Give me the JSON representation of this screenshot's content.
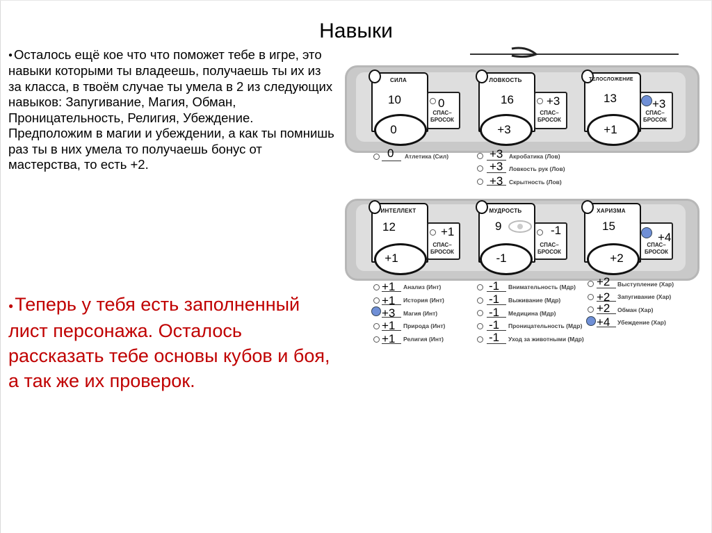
{
  "slide": {
    "title": "Навыки",
    "paragraph1": "Осталось ещё кое что что поможет тебе в игре, это навыки которыми ты владеешь, получаешь ты их из за класса, в твоём случае ты умела в 2 из следующих навыков: Запугивание, Магия, Обман, Проницательность, Религия, Убеждение. Предположим в магии и убеждении, а как ты помнишь раз ты в них умела то получаешь бонус от мастерства, то есть +2.",
    "paragraph2": "Теперь у тебя есть заполненный лист персонажа. Осталось рассказать тебе основы кубов и боя, а так же их проверок.",
    "bullet": "●"
  },
  "save_label": "СПАС–\nБРОСОК",
  "abilities": [
    {
      "name": "СИЛА",
      "score": "10",
      "mod": "0",
      "save": "0"
    },
    {
      "name": "ЛОВКОСТЬ",
      "score": "16",
      "mod": "+3",
      "save": "+3"
    },
    {
      "name": "ТЕЛОСЛОЖЕНИЕ",
      "score": "13",
      "mod": "+1",
      "save": "+3"
    },
    {
      "name": "ИНТЕЛЛЕКТ",
      "score": "12",
      "mod": "+1",
      "save": "+1"
    },
    {
      "name": "МУДРОСТЬ",
      "score": "9",
      "mod": "-1",
      "save": "-1"
    },
    {
      "name": "ХАРИЗМА",
      "score": "15",
      "mod": "+2",
      "save": "+4"
    }
  ],
  "skills": {
    "strength": [
      {
        "name": "Атлетика (Сил)",
        "value": "0"
      }
    ],
    "dexterity": [
      {
        "name": "Акробатика (Лов)",
        "value": "+3"
      },
      {
        "name": "Ловкость рук (Лов)",
        "value": "+3"
      },
      {
        "name": "Скрытность (Лов)",
        "value": "+3"
      }
    ],
    "intelligence": [
      {
        "name": "Анализ (Инт)",
        "value": "+1"
      },
      {
        "name": "История (Инт)",
        "value": "+1"
      },
      {
        "name": "Магия (Инт)",
        "value": "+3"
      },
      {
        "name": "Природа (Инт)",
        "value": "+1"
      },
      {
        "name": "Религия (Инт)",
        "value": "+1"
      }
    ],
    "wisdom": [
      {
        "name": "Внимательность (Мдр)",
        "value": "-1"
      },
      {
        "name": "Выживание (Мдр)",
        "value": "-1"
      },
      {
        "name": "Медицина (Мдр)",
        "value": "-1"
      },
      {
        "name": "Проницательность (Мдр)",
        "value": "-1"
      },
      {
        "name": "Уход за животными (Мдр)",
        "value": "-1"
      }
    ],
    "charisma": [
      {
        "name": "Выступление (Хар)",
        "value": "+2"
      },
      {
        "name": "Запугивание (Хар)",
        "value": "+2"
      },
      {
        "name": "Обман (Хар)",
        "value": "+2"
      },
      {
        "name": "Убеждение (Хар)",
        "value": "+4"
      }
    ]
  },
  "colors": {
    "accent_red": "#c00000",
    "proficiency_dot": "#6f8fd6"
  }
}
